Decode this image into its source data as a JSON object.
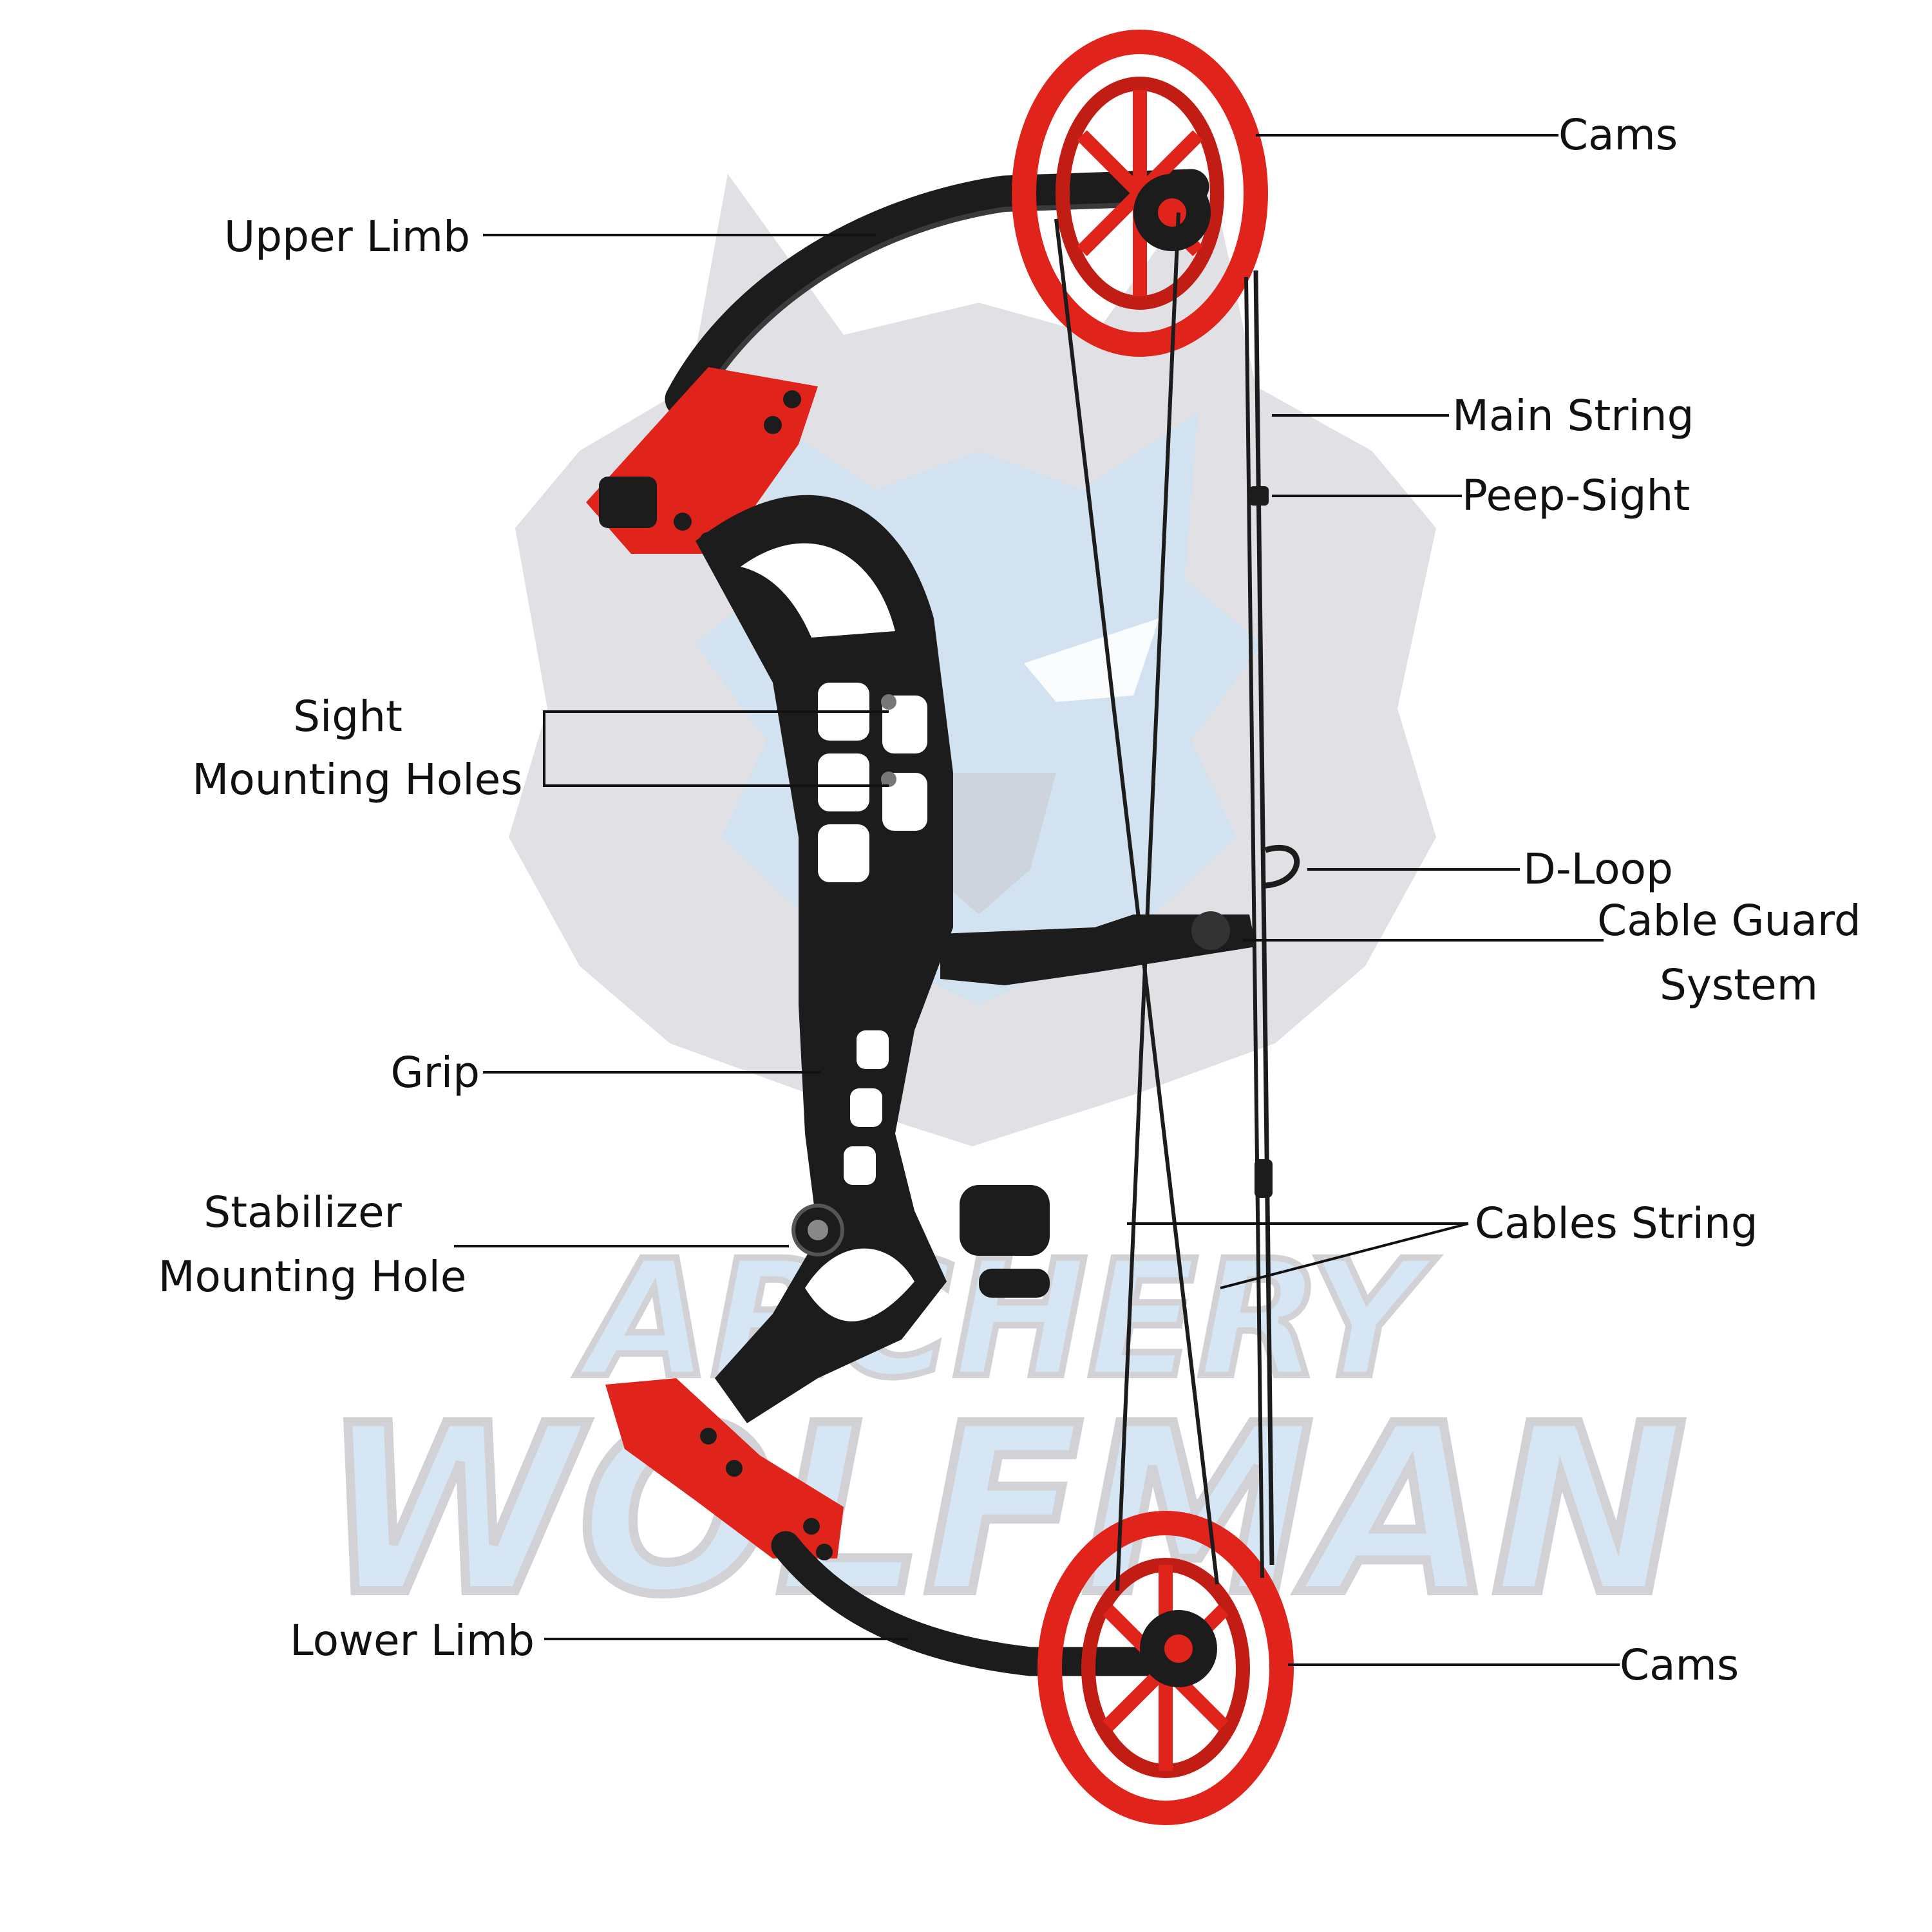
{
  "colors": {
    "accent_red": "#e0241b",
    "riser_black": "#1c1c1c",
    "watermark_blue": "#cfe2f3",
    "watermark_grey": "#c9c9cf",
    "label_text": "#111111"
  },
  "watermark": {
    "line1": "ARCHERY",
    "line2": "WOLFMAN",
    "emblem": "wolf-head-icon"
  },
  "labels": {
    "cams_top": "Cams",
    "upper_limb": "Upper Limb",
    "main_string": "Main String",
    "peep_sight": "Peep-Sight",
    "sight_holes_1": "Sight",
    "sight_holes_2": "Mounting Holes",
    "d_loop": "D-Loop",
    "cable_guard_1": "Cable Guard",
    "cable_guard_2": "System",
    "grip": "Grip",
    "stabilizer_1": "Stabilizer",
    "stabilizer_2": "Mounting Hole",
    "cables_string": "Cables String",
    "lower_limb": "Lower Limb",
    "cams_bottom": "Cams"
  }
}
